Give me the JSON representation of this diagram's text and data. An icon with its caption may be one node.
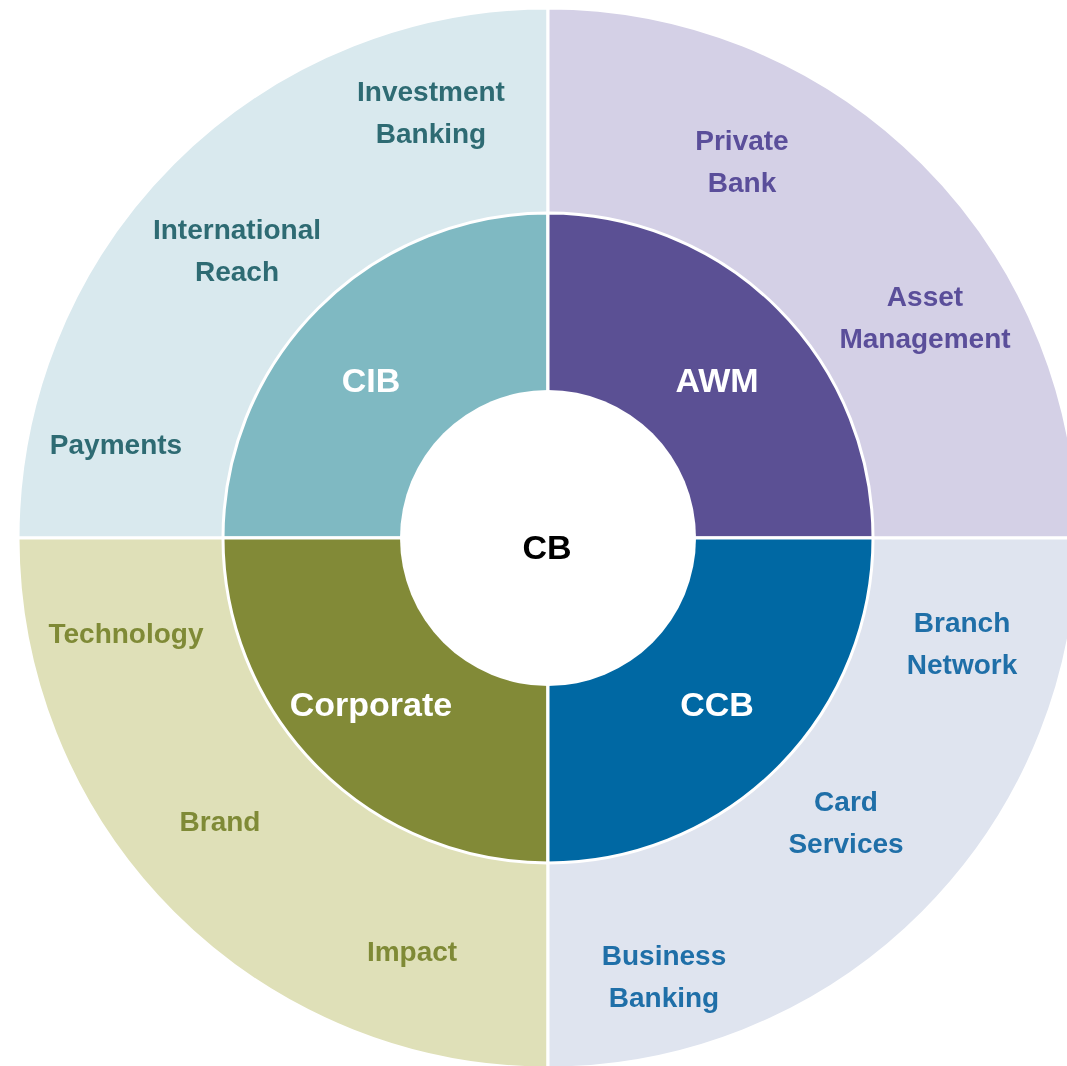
{
  "diagram": {
    "nodes": [
      {
        "text": [
          "Investment Banking",
          "International Reach",
          "Payments"
        ]
      },
      {
        "text": [
          "Private Bank",
          "Asset Management"
        ]
      },
      {
        "text": [
          "CIB"
        ],
        "in": 0
      },
      {
        "text": [
          "AWM"
        ],
        "in": 1
      },
      {
        "text": [
          "CB"
        ]
      },
      {
        "text": [
          "Corporate"
        ],
        "in": 7
      },
      {
        "text": [
          "CCB"
        ],
        "in": 8
      },
      {
        "text": [
          "Technology",
          "Brand",
          "Impact"
        ]
      },
      {
        "text": [
          "Branch Network",
          "Card Services",
          "Business Banking"
        ]
      }
    ]
  }
}
